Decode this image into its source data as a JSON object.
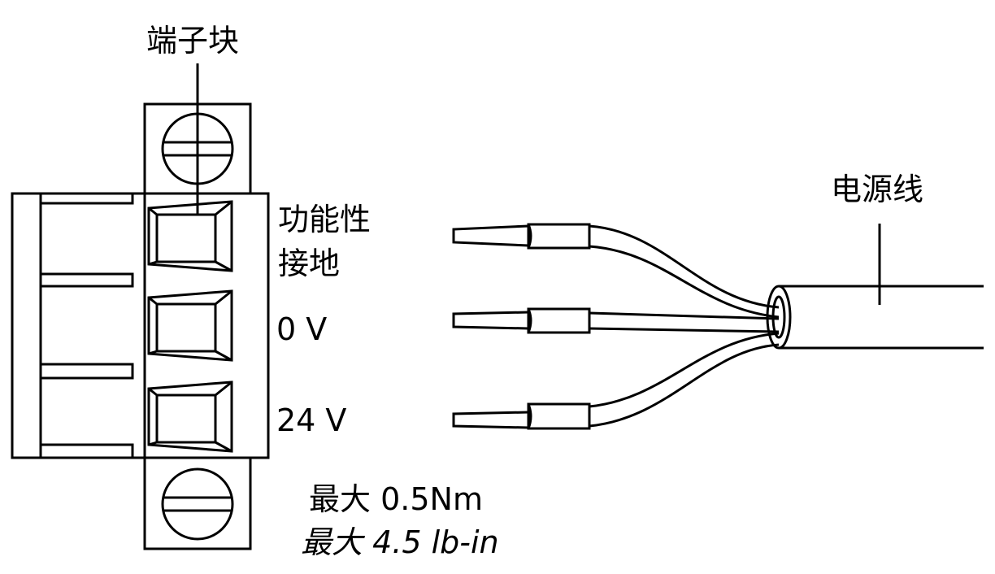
{
  "labels": {
    "terminal_block": "端子块",
    "functional_ground_line1": "功能性",
    "functional_ground_line2": "接地",
    "zero_v": "0 V",
    "twentyfour_v": "24 V",
    "torque_metric": "最大 0.5Nm",
    "torque_imperial": "最大 4.5 lb-in",
    "power_cable": "电源线"
  },
  "colors": {
    "stroke": "#000000",
    "background": "#ffffff"
  }
}
